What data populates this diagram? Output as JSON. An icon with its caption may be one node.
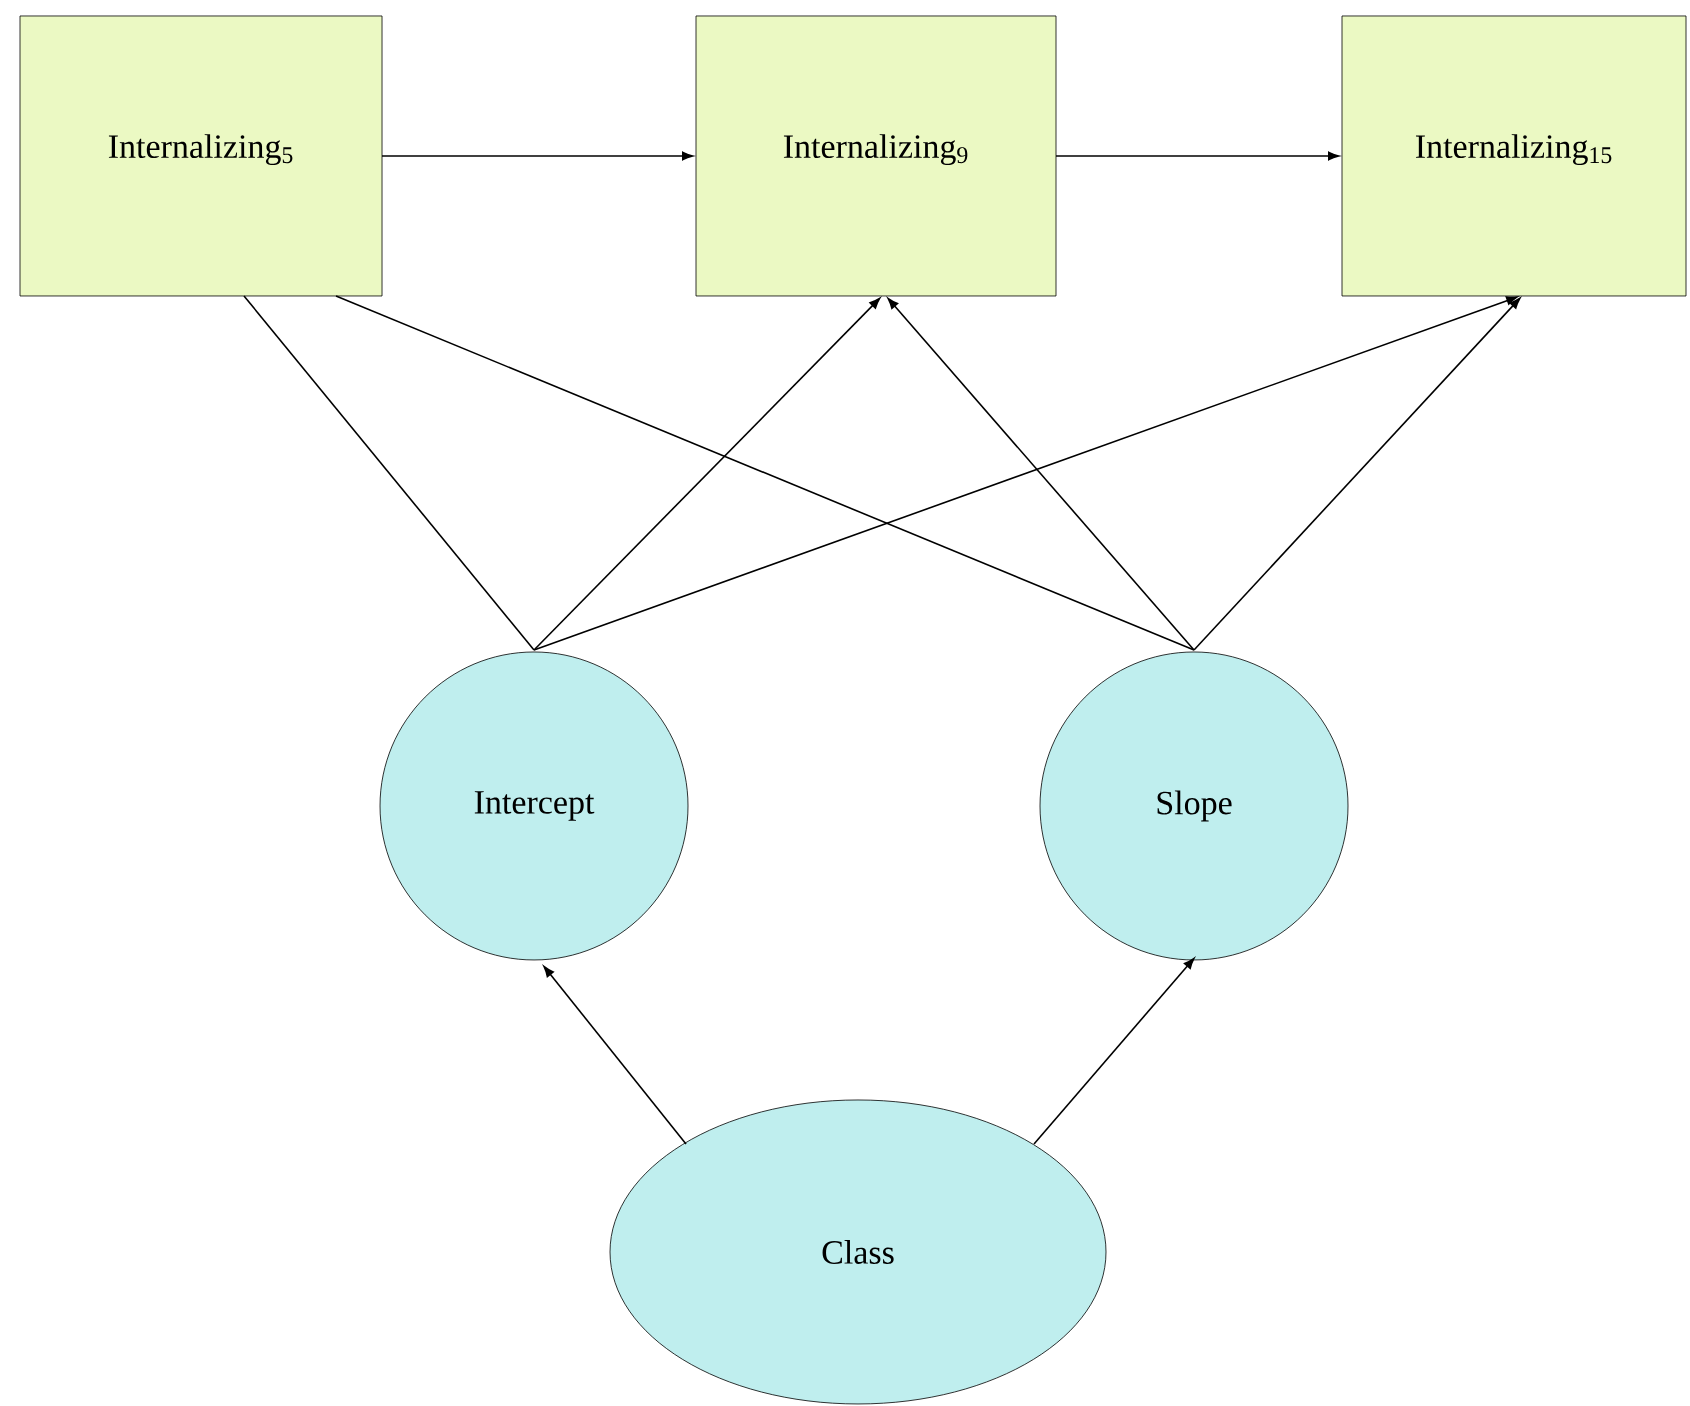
{
  "diagram": {
    "nodes": [
      {
        "text": [
          "Internalizing$_{5}$"
        ]
      },
      {
        "text": [
          "Internalizing$_{9}$"
        ]
      },
      {
        "text": [
          "Internalizing$_{15}$"
        ]
      },
      {
        "text": [
          "Intercept"
        ]
      },
      {
        "text": [
          "Slope"
        ]
      },
      {
        "text": [
          "Class"
        ]
      }
    ],
    "edges": [
      {
        "from": 0,
        "to": 1,
        "arrow": "to"
      },
      {
        "from": 1,
        "to": 2,
        "arrow": "to"
      },
      {
        "from": 3,
        "to": 0,
        "arrow": "none"
      },
      {
        "from": 4,
        "to": 0,
        "arrow": "none"
      },
      {
        "from": 3,
        "to": 1,
        "arrow": "to"
      },
      {
        "from": 4,
        "to": 1,
        "arrow": "to"
      },
      {
        "from": 3,
        "to": 2,
        "arrow": "to"
      },
      {
        "from": 4,
        "to": 2,
        "arrow": "to"
      },
      {
        "from": 5,
        "to": 3,
        "arrow": "to"
      },
      {
        "from": 5,
        "to": 4,
        "arrow": "to"
      }
    ]
  }
}
